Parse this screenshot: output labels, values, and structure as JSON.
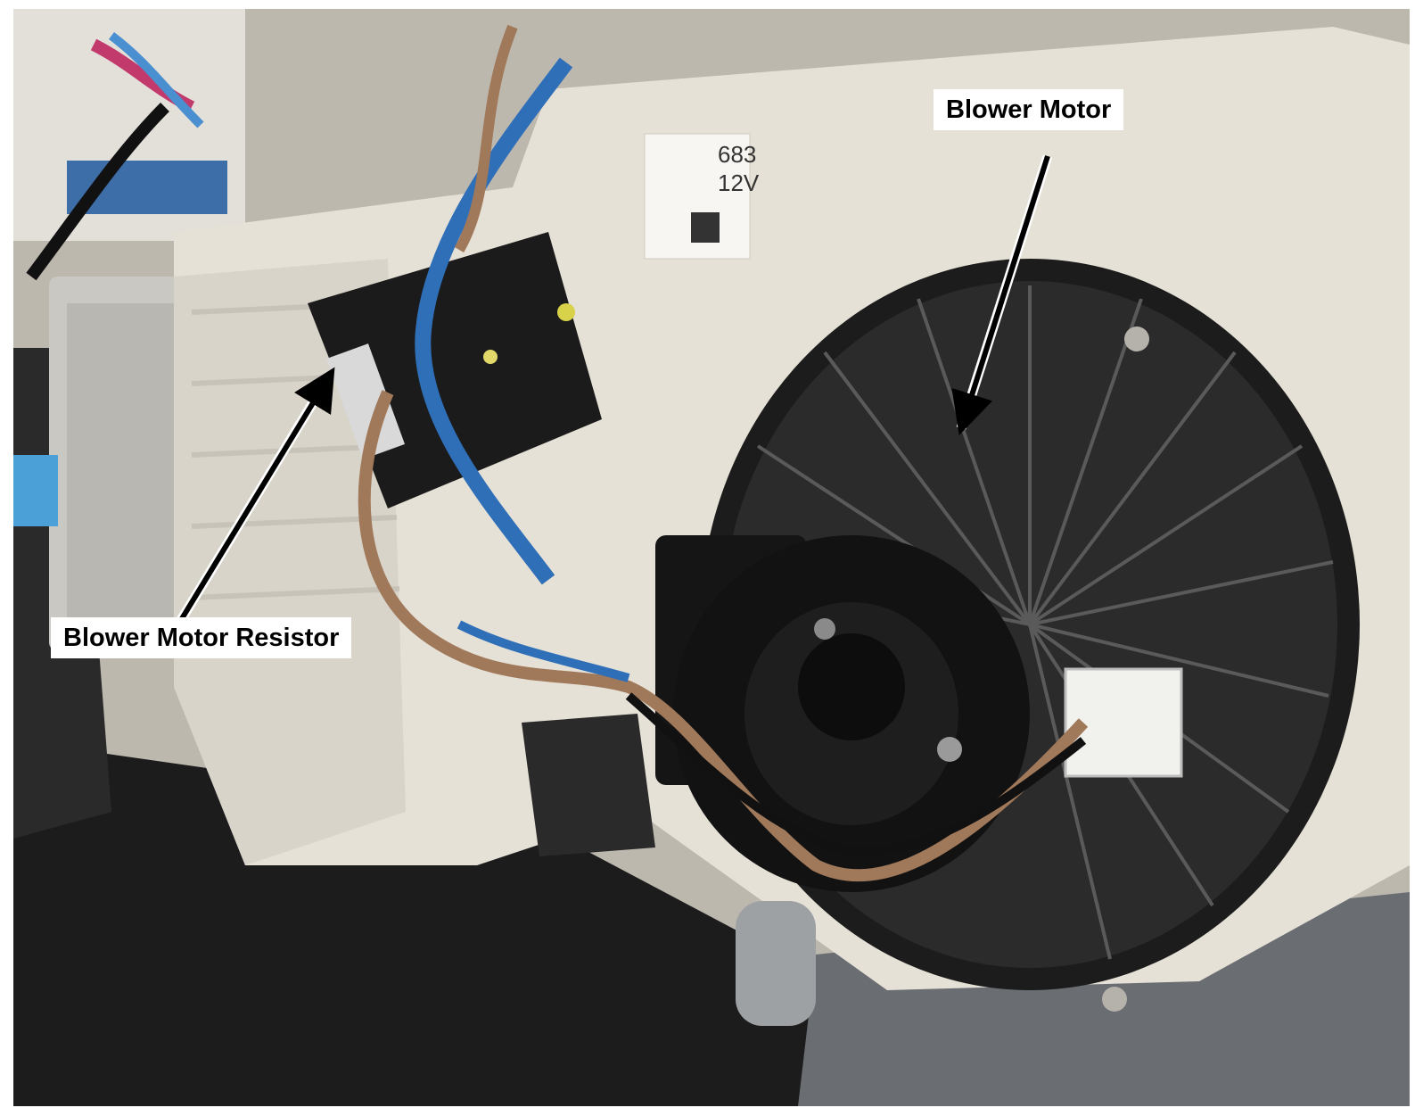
{
  "labels": {
    "blower_motor": "Blower Motor",
    "blower_motor_resistor": "Blower Motor Resistor"
  },
  "photo_markings": {
    "line1": "683",
    "line2": "12V"
  },
  "colors": {
    "housing": "#e6e1d6",
    "motor": "#161616",
    "wire_blue": "#2f6fb8",
    "wire_brown": "#a0785a",
    "label_background": "#ffffff",
    "label_text": "#000000"
  }
}
